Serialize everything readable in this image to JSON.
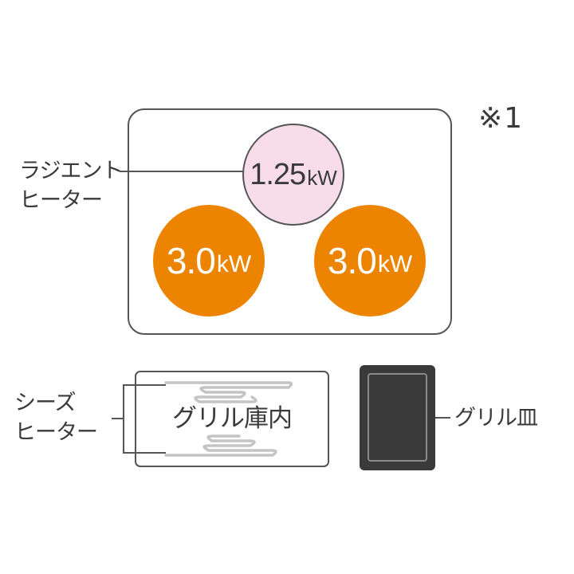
{
  "note": "※1",
  "cooktop": {
    "radiant_burner": {
      "value": "1.25",
      "unit": "kW",
      "fill_color": "#f8dcea"
    },
    "left_burner": {
      "value": "3.0",
      "unit": "kW",
      "fill_color": "#ec8400"
    },
    "right_burner": {
      "value": "3.0",
      "unit": "kW",
      "fill_color": "#ec8400"
    },
    "radiant_heater_label": {
      "line1": "ラジエント",
      "line2": "ヒーター"
    }
  },
  "grill": {
    "chamber_label": "グリル庫内",
    "sheathed_heater_label": {
      "line1": "シーズ",
      "line2": "ヒーター"
    },
    "dish_label": "グリル皿",
    "dish_color": "#3a3a3a"
  }
}
